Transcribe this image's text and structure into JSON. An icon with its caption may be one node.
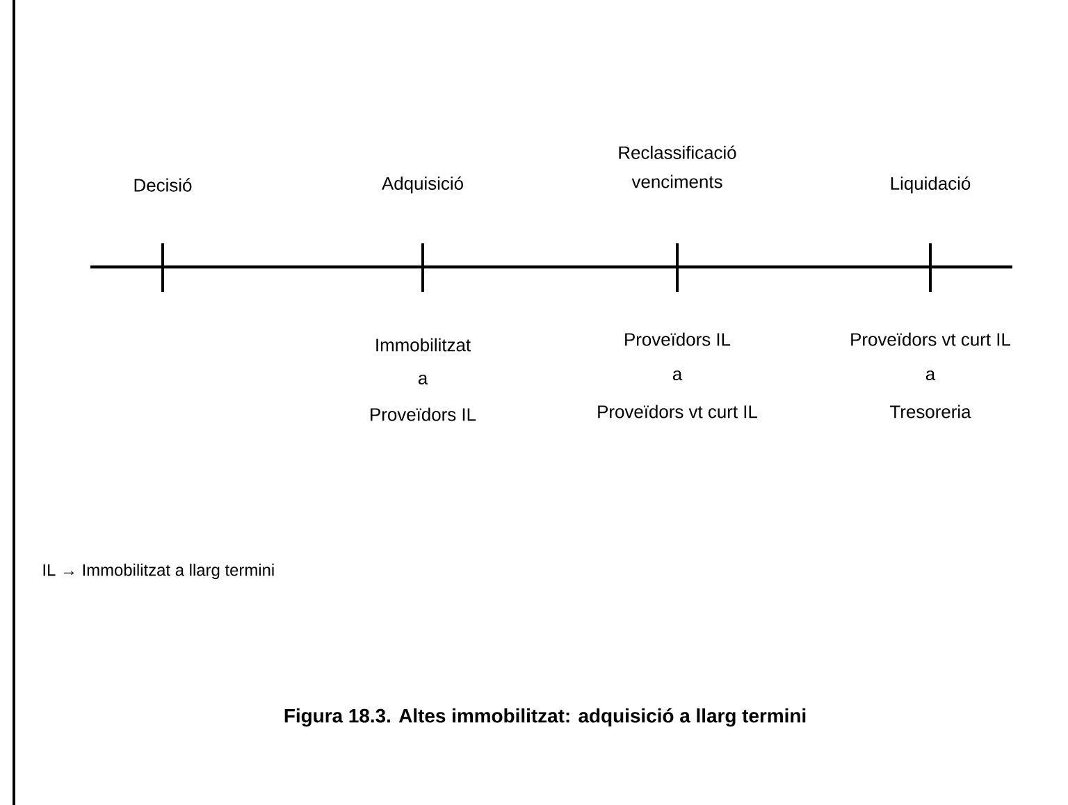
{
  "diagram": {
    "caption": "Figura 18.3. Altes immobilitzat: adquisició a llarg termini",
    "labels": [
      "Decisió",
      "Adquisició",
      "Reclassificació venciments",
      "Liquidació",
      "Immobilitzat",
      "Proveïdors IL",
      "Proveïdors vt curt IL",
      "a",
      "a",
      "a",
      "Proveïdors IL",
      "Proveïdors vt curt IL",
      "Tresoreria",
      "IL → Immobilitzat a llarg termini"
    ]
  }
}
